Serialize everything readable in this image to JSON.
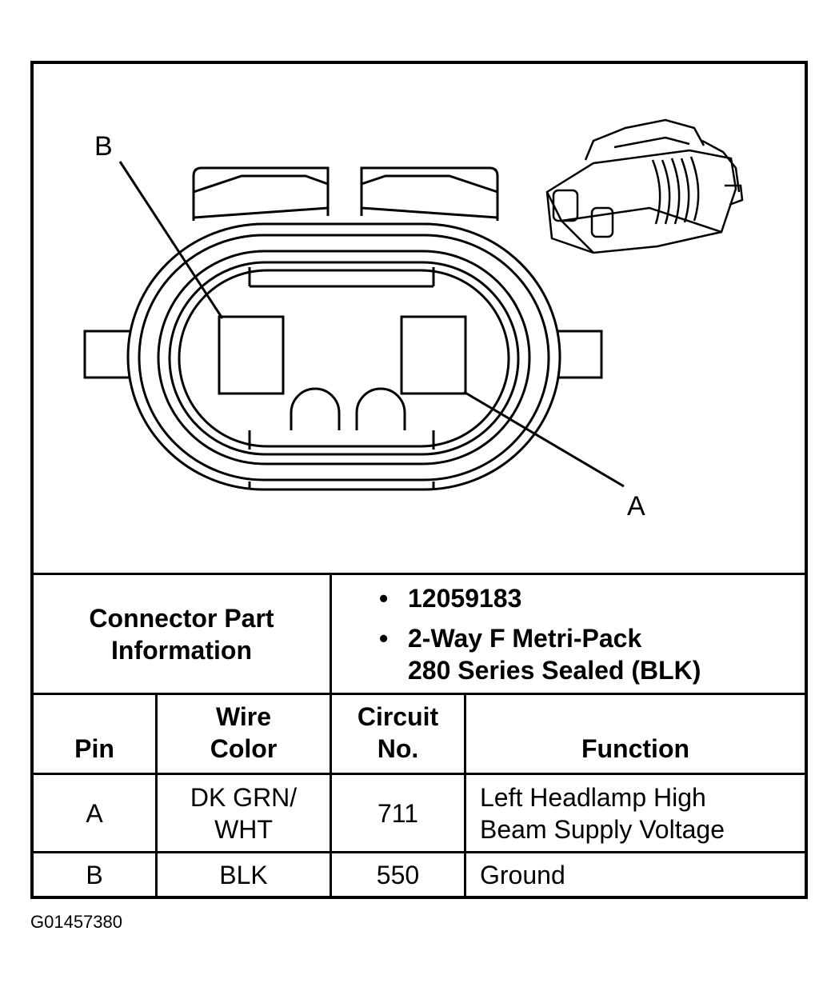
{
  "diagram": {
    "pin_labels": {
      "b": "B",
      "a": "A"
    }
  },
  "info": {
    "label_line1": "Connector Part",
    "label_line2": "Information",
    "part_number": "12059183",
    "desc_line1": "2-Way F Metri-Pack",
    "desc_line2": "280 Series Sealed (BLK)",
    "bullet": "•"
  },
  "table": {
    "headers": {
      "pin": "Pin",
      "wire_color_1": "Wire",
      "wire_color_2": "Color",
      "circuit_1": "Circuit",
      "circuit_2": "No.",
      "function": "Function"
    },
    "rows": [
      {
        "pin": "A",
        "wire_1": "DK GRN/",
        "wire_2": "WHT",
        "circuit": "711",
        "function_1": "Left Headlamp High",
        "function_2": "Beam Supply Voltage"
      },
      {
        "pin": "B",
        "wire_1": "BLK",
        "wire_2": "",
        "circuit": "550",
        "function_1": "Ground",
        "function_2": ""
      }
    ]
  },
  "figure_id": "G01457380"
}
